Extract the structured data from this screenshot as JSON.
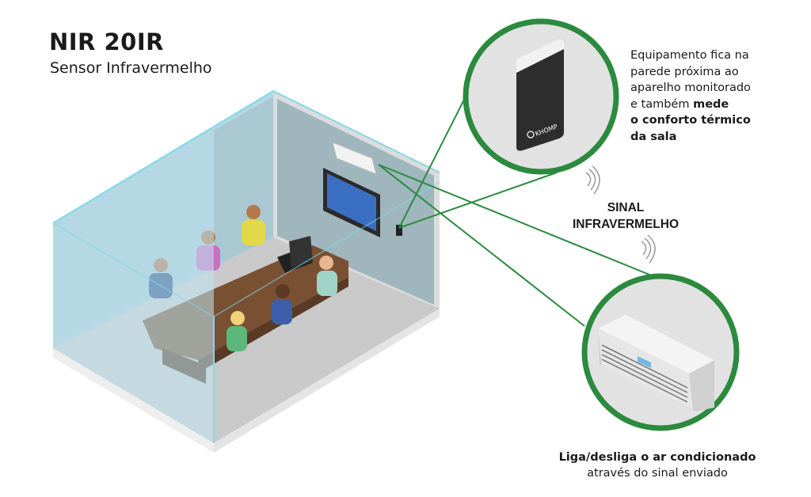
{
  "header": {
    "title": "NIR 20IR",
    "subtitle": "Sensor Infravermelho"
  },
  "sensor_callout": {
    "line1": "Equipamento fica na",
    "line2": "parede próxima ao",
    "line3": "aparelho monitorado",
    "line4_plain": "e também ",
    "line4_bold": "mede",
    "line5_bold": "o conforto térmico",
    "line6_bold": "da sala",
    "device_brand": "KHOMP"
  },
  "signal": {
    "line1": "SINAL",
    "line2": "INFRAVERMELHO"
  },
  "ac_callout": {
    "line1": "Liga/desliga o ar condicionado",
    "line2": "através do sinal enviado"
  },
  "colors": {
    "accent_green": "#2b8a3e",
    "circle_fill": "#e2e2e2",
    "table": "#7a5033",
    "glass": "#bfe6f2"
  }
}
